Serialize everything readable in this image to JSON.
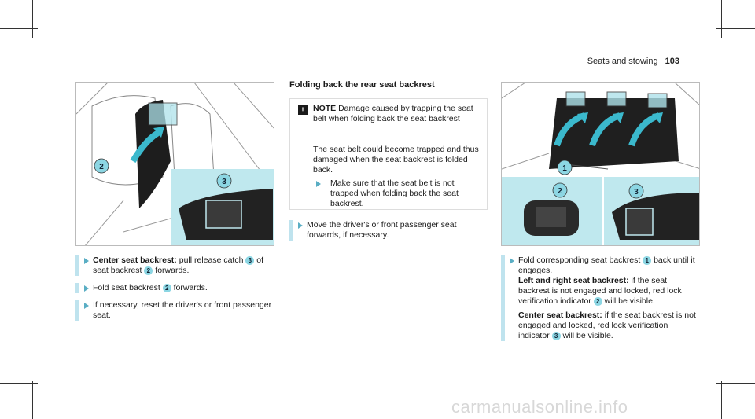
{
  "header": {
    "section": "Seats and stowing",
    "page": "103"
  },
  "left": {
    "bullets": [
      {
        "bold": "Center seat backrest:",
        "parts": [
          " pull release catch ",
          "3",
          " of seat backrest ",
          "2",
          " forwards."
        ]
      },
      {
        "bold": "",
        "parts": [
          "Fold seat backrest ",
          "2",
          " forwards."
        ]
      },
      {
        "bold": "",
        "parts": [
          "If necessary, reset the driver's or front passenger seat."
        ]
      }
    ],
    "callouts": [
      "2",
      "3"
    ]
  },
  "middle": {
    "title": "Folding back the rear seat backrest",
    "note_label": "NOTE",
    "note_title": "Damage caused by trapping the seat belt when folding back the seat backrest",
    "note_body": "The seat belt could become trapped and thus damaged when the seat backrest is folded back.",
    "note_step": "Make sure that the seat belt is not trapped when folding back the seat backrest.",
    "bullet": "Move the driver's or front passenger seat forwards, if necessary."
  },
  "right": {
    "callouts": [
      "1",
      "2",
      "3"
    ],
    "step_intro": [
      "Fold corresponding seat backrest ",
      "1",
      " back until it engages."
    ],
    "left_right_bold": "Left and right seat backrest:",
    "left_right_text": [
      " if the seat backrest is not engaged and locked, red lock verification indicator ",
      "2",
      " will be visible."
    ],
    "center_bold": "Center seat backrest:",
    "center_text": [
      " if the seat backrest is not engaged and locked, red lock verification indicator ",
      "3",
      " will be visible."
    ]
  },
  "watermark": "carmanualsonline.info",
  "colors": {
    "accent": "#8cd6e3",
    "panel": "#bfe8ee",
    "bar": "#bfe3ee"
  }
}
